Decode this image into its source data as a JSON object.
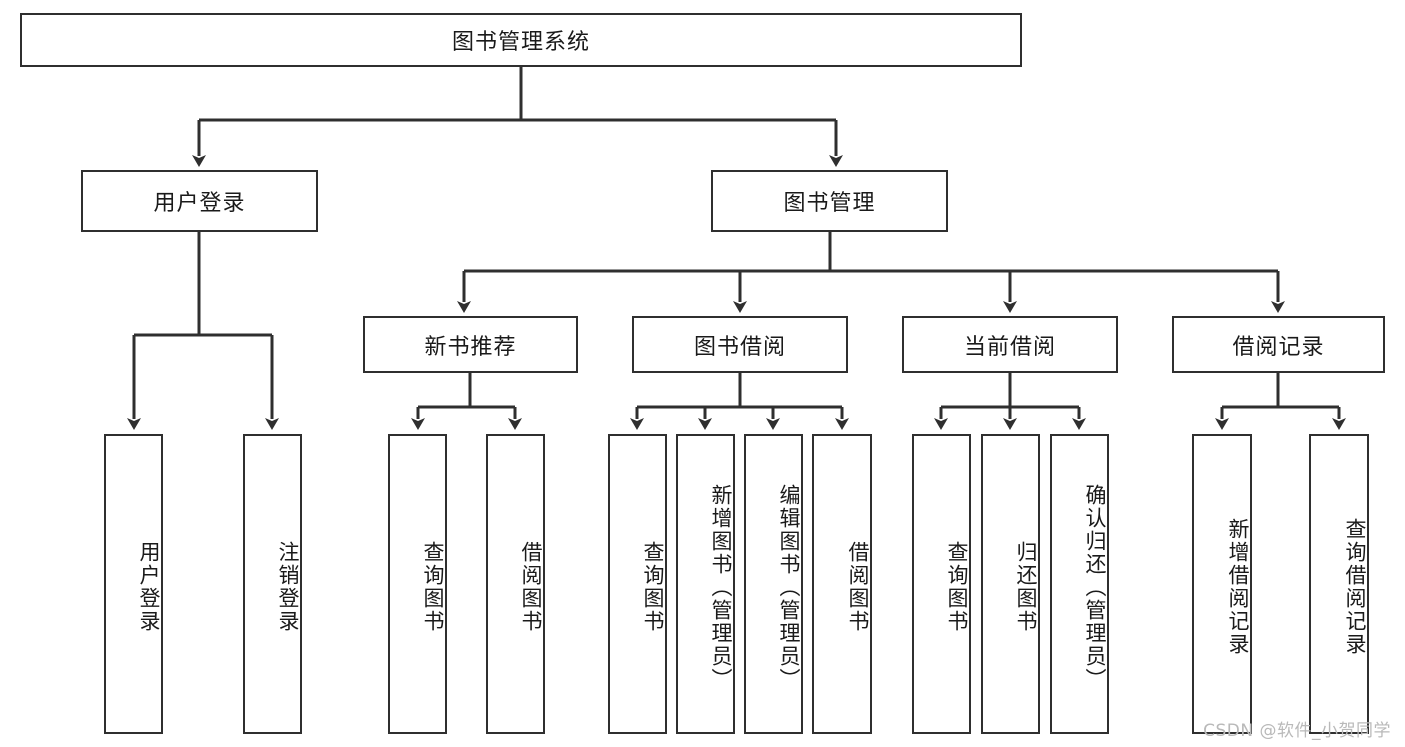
{
  "diagram": {
    "title": "图书管理系统",
    "type": "tree-hierarchy-chart",
    "line_color": "#2f2f2f",
    "box_fill": "#ffffff",
    "text_color": "#1a1a1a",
    "watermark": "CSDN @软件_小贺同学"
  },
  "nodes": {
    "root": {
      "label": "图书管理系统"
    },
    "level2": [
      {
        "label": "用户登录"
      },
      {
        "label": "图书管理"
      }
    ],
    "level3": [
      {
        "label": "新书推荐"
      },
      {
        "label": "图书借阅"
      },
      {
        "label": "当前借阅"
      },
      {
        "label": "借阅记录"
      }
    ],
    "leaves": {
      "user_login": [
        {
          "label": "用户登录"
        },
        {
          "label": "注销登录"
        }
      ],
      "new_book_recommend": [
        {
          "label": "查询图书"
        },
        {
          "label": "借阅图书"
        }
      ],
      "book_borrow": [
        {
          "label": "查询图书"
        },
        {
          "label": "新增图书（管理员）"
        },
        {
          "label": "编辑图书（管理员）"
        },
        {
          "label": "借阅图书"
        }
      ],
      "current_borrow": [
        {
          "label": "查询图书"
        },
        {
          "label": "归还图书"
        },
        {
          "label": "确认归还（管理员）"
        }
      ],
      "borrow_record": [
        {
          "label": "新增借阅记录"
        },
        {
          "label": "查询借阅记录"
        }
      ]
    }
  }
}
